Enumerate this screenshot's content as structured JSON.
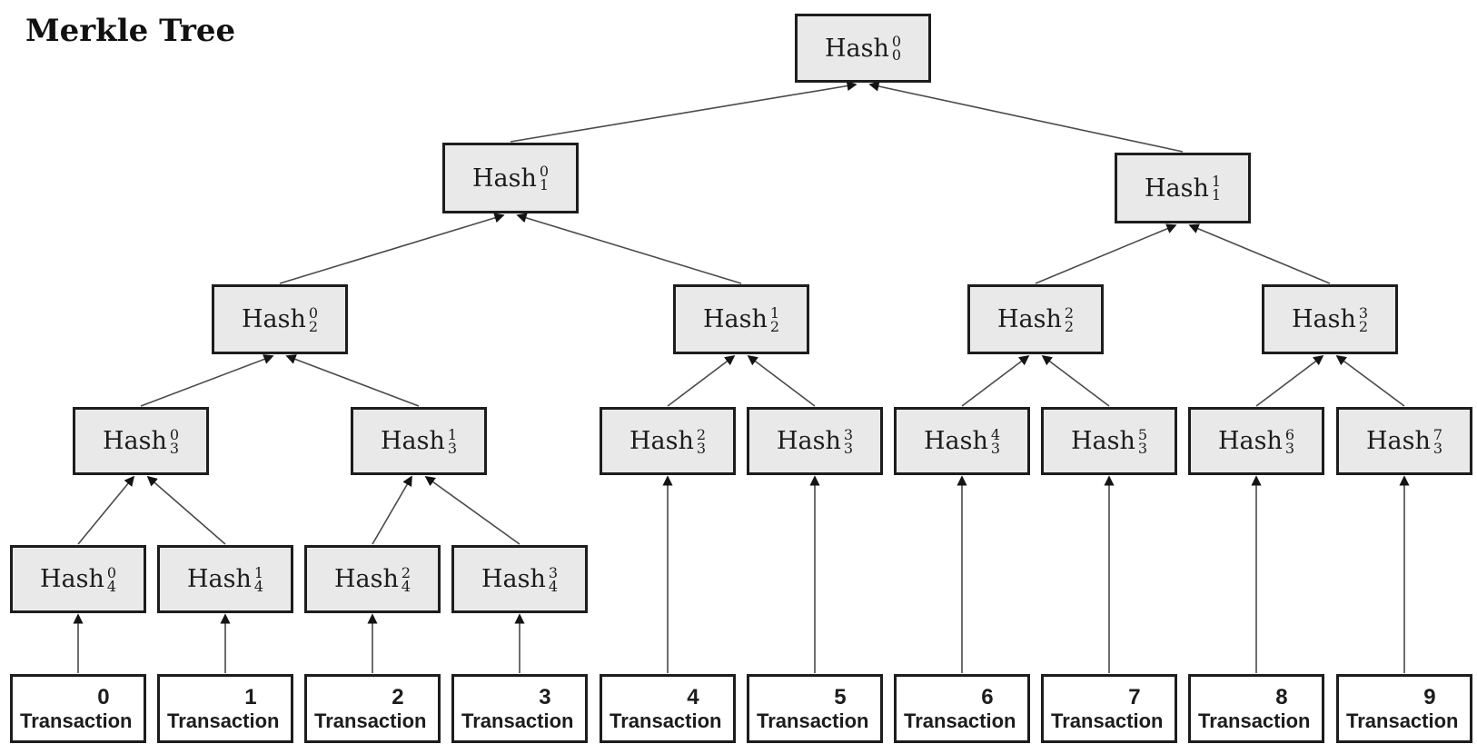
{
  "title": "Merkle Tree",
  "colors": {
    "node_fill": "#e9e9e9",
    "node_border": "#1d1d1d",
    "leaf_fill": "#ffffff",
    "leaf_border": "#1d1d1d",
    "line": "#4a4a4a",
    "arrow": "#141414"
  },
  "tree": {
    "levels": [
      {
        "name": "root",
        "nodes": [
          {
            "base": "Hash",
            "sup": "0",
            "sub": "0"
          }
        ]
      },
      {
        "name": "level-1",
        "nodes": [
          {
            "base": "Hash",
            "sup": "0",
            "sub": "1"
          },
          {
            "base": "Hash",
            "sup": "1",
            "sub": "1"
          }
        ]
      },
      {
        "name": "level-2",
        "nodes": [
          {
            "base": "Hash",
            "sup": "0",
            "sub": "2"
          },
          {
            "base": "Hash",
            "sup": "1",
            "sub": "2"
          },
          {
            "base": "Hash",
            "sup": "2",
            "sub": "2"
          },
          {
            "base": "Hash",
            "sup": "3",
            "sub": "2"
          }
        ]
      },
      {
        "name": "level-3",
        "nodes": [
          {
            "base": "Hash",
            "sup": "0",
            "sub": "3"
          },
          {
            "base": "Hash",
            "sup": "1",
            "sub": "3"
          },
          {
            "base": "Hash",
            "sup": "2",
            "sub": "3"
          },
          {
            "base": "Hash",
            "sup": "3",
            "sub": "3"
          },
          {
            "base": "Hash",
            "sup": "4",
            "sub": "3"
          },
          {
            "base": "Hash",
            "sup": "5",
            "sub": "3"
          },
          {
            "base": "Hash",
            "sup": "6",
            "sub": "3"
          },
          {
            "base": "Hash",
            "sup": "7",
            "sub": "3"
          }
        ]
      },
      {
        "name": "level-4",
        "nodes": [
          {
            "base": "Hash",
            "sup": "0",
            "sub": "4"
          },
          {
            "base": "Hash",
            "sup": "1",
            "sub": "4"
          },
          {
            "base": "Hash",
            "sup": "2",
            "sub": "4"
          },
          {
            "base": "Hash",
            "sup": "3",
            "sub": "4"
          }
        ]
      }
    ]
  },
  "transactions": [
    {
      "index": "0",
      "label": "Transaction"
    },
    {
      "index": "1",
      "label": "Transaction"
    },
    {
      "index": "2",
      "label": "Transaction"
    },
    {
      "index": "3",
      "label": "Transaction"
    },
    {
      "index": "4",
      "label": "Transaction"
    },
    {
      "index": "5",
      "label": "Transaction"
    },
    {
      "index": "6",
      "label": "Transaction"
    },
    {
      "index": "7",
      "label": "Transaction"
    },
    {
      "index": "8",
      "label": "Transaction"
    },
    {
      "index": "9",
      "label": "Transaction"
    }
  ]
}
